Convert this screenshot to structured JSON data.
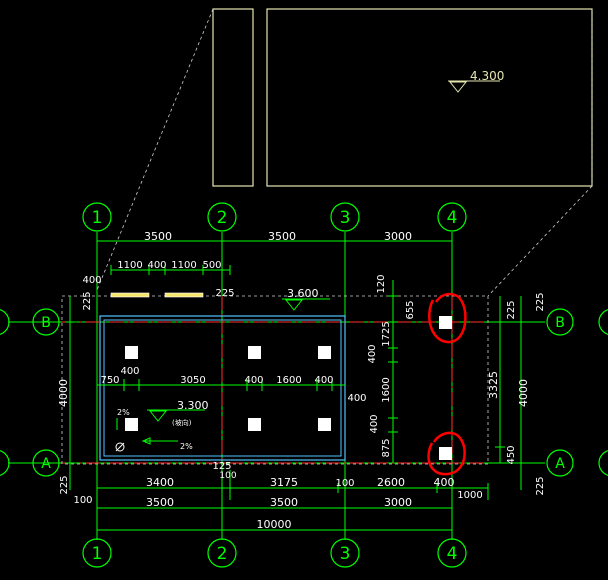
{
  "colors": {
    "grid": "#00ff00",
    "dim": "#00ff00",
    "outline": "#e6e6b0",
    "axis_red": "#ff3030",
    "slab": "#4fc3ff",
    "dashed": "#d0d0d0",
    "marker": "#ff0000",
    "text": "#ffffff"
  },
  "grid_axes": {
    "top_numbers": [
      "1",
      "2",
      "3",
      "4"
    ],
    "bottom_numbers": [
      "1",
      "2",
      "3",
      "4"
    ],
    "left_letters": [
      "B",
      "A"
    ],
    "right_letters": [
      "B",
      "A"
    ]
  },
  "top_dims": {
    "spans": [
      "3500",
      "3500",
      "3000"
    ],
    "sub": [
      "1100",
      "400",
      "1100",
      "500"
    ],
    "left_400": "400",
    "left_225": "225",
    "mid_225": "225"
  },
  "bottom_dims": {
    "row1": [
      "3400",
      "3175",
      "100",
      "2600",
      "400"
    ],
    "row1_small": [
      "100",
      "125",
      "1000"
    ],
    "row2": [
      "3500",
      "3500",
      "3000"
    ],
    "row2_left": "100",
    "total": "10000",
    "left_225": "225"
  },
  "interior_dims": {
    "row": [
      "750",
      "400",
      "3050",
      "400",
      "1600",
      "400"
    ]
  },
  "left_dims": {
    "total": "4000",
    "top": "225",
    "bottom": "225"
  },
  "right_dims": {
    "vertical": [
      "120",
      "655",
      "1725",
      "400",
      "1600",
      "400",
      "875"
    ],
    "right_a": [
      "225",
      "3325",
      "450"
    ],
    "right_b": "4000",
    "right_c": [
      "225",
      "225"
    ]
  },
  "elevations": {
    "roof": "4.300",
    "mid": "3.600",
    "inner": "3.300"
  },
  "slope": {
    "a": "2%",
    "b": "2%",
    "note": "(坡向)"
  },
  "icon": "drain-circle-icon"
}
